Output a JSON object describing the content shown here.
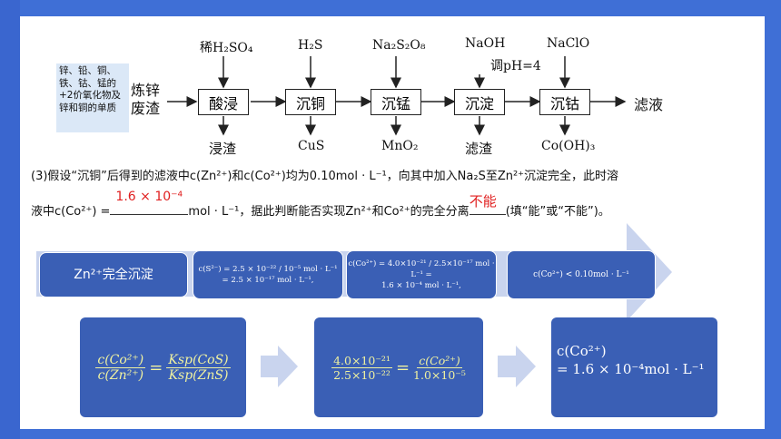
{
  "flow": {
    "side_label": "锌、铅、铜、铁、钴、锰的+2价氧化物及锌和铜的单质",
    "start": "炼锌废渣",
    "reagents": [
      "稀H₂SO₄",
      "H₂S",
      "Na₂S₂O₈",
      "NaOH",
      "NaClO"
    ],
    "ph_note": "调pH=4",
    "steps": [
      "酸浸",
      "沉铜",
      "沉锰",
      "沉淀",
      "沉钴"
    ],
    "products": [
      "浸渣",
      "CuS",
      "MnO₂",
      "滤渣",
      "Co(OH)₃"
    ],
    "end": "滤液"
  },
  "question": {
    "line1": "(3)假设“沉铜”后得到的滤液中c(Zn²⁺)和c(Co²⁺)均为0.10mol · L⁻¹，向其中加入Na₂S至Zn²⁺沉淀完全，此时溶",
    "line2_a": "液中c(Co²⁺) =",
    "answer1": "1.6 × 10⁻⁴",
    "line2_b": "mol · L⁻¹，据此判断能否实现Zn²⁺和Co²⁺的完全分离",
    "answer2": "不能",
    "line2_c": "(填“能”或“不能”)。"
  },
  "banner": {
    "title": "Zn²⁺完全沉淀",
    "step1_a": "c(S²⁻) = 2.5 × 10⁻²² / 10⁻⁵ mol · L⁻¹",
    "step1_b": "= 2.5 × 10⁻¹⁷ mol · L⁻¹,",
    "step2_a": "c(Co²⁺) = 4.0×10⁻²¹ / 2.5×10⁻¹⁷ mol · L⁻¹ =",
    "step2_b": "1.6 × 10⁻⁴ mol · L⁻¹,",
    "step3": "c(Co²⁺) < 0.10mol · L⁻¹"
  },
  "cards": {
    "c1_num_l": "c(Co²⁺)",
    "c1_den_l": "c(Zn²⁺)",
    "c1_num_r": "Ksp(CoS)",
    "c1_den_r": "Ksp(ZnS)",
    "c2_num_l": "4.0×10⁻²¹",
    "c2_den_l": "2.5×10⁻²²",
    "c2_num_r": "c(Co²⁺)",
    "c2_den_r": "1.0×10⁻⁵",
    "c3_line1": "c(Co²⁺)",
    "c3_line2": "= 1.6 × 10⁻⁴mol · L⁻¹"
  },
  "colors": {
    "frame": "#3f6fd6",
    "card": "#3a5fb5",
    "answer": "#e02020",
    "formula": "#f0f2a0",
    "arrow": "#c9d4ee"
  }
}
